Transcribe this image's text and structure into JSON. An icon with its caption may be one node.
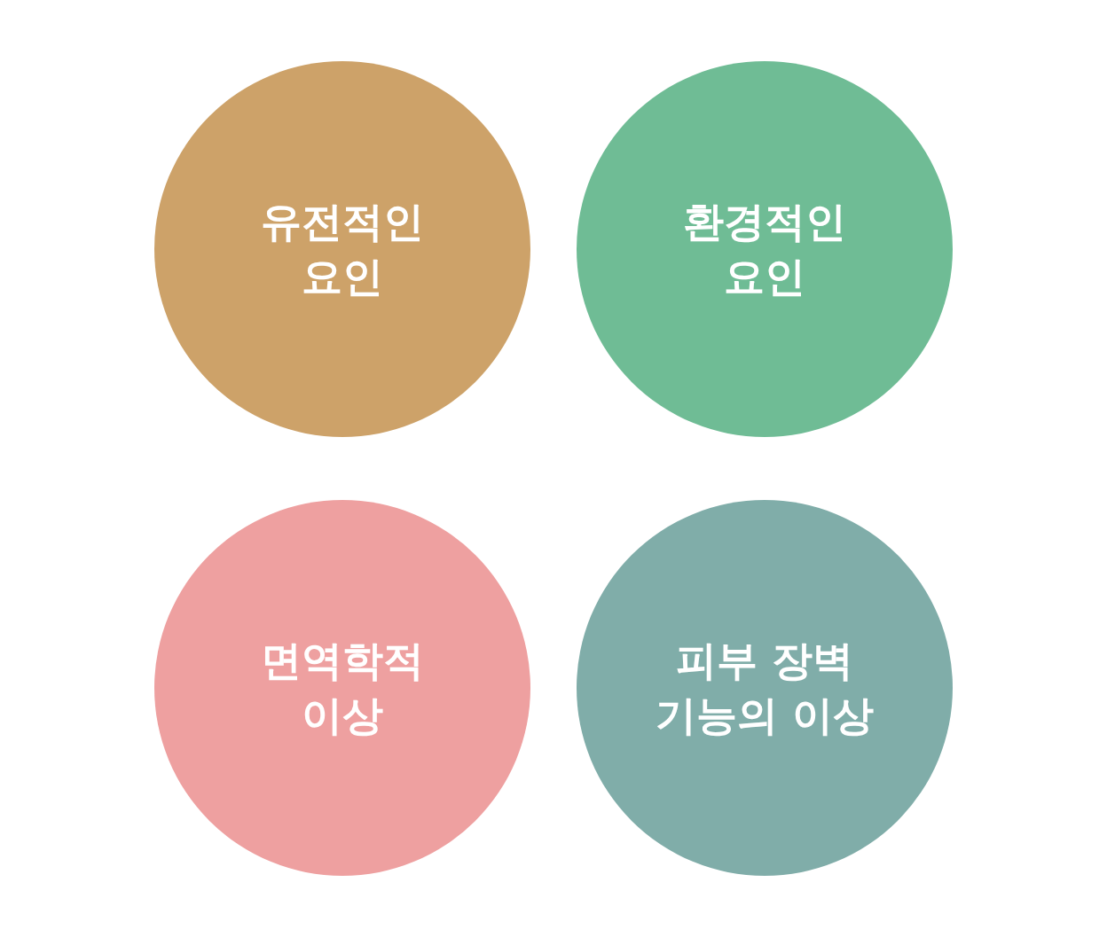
{
  "diagram": {
    "nodes": [
      {
        "text": [
          "유전적인 요인"
        ]
      },
      {
        "text": [
          "환경적인 요인"
        ]
      },
      {
        "text": [
          "면역학적 이상"
        ]
      },
      {
        "text": [
          "피부 장벽 기능의 이상"
        ]
      }
    ]
  }
}
